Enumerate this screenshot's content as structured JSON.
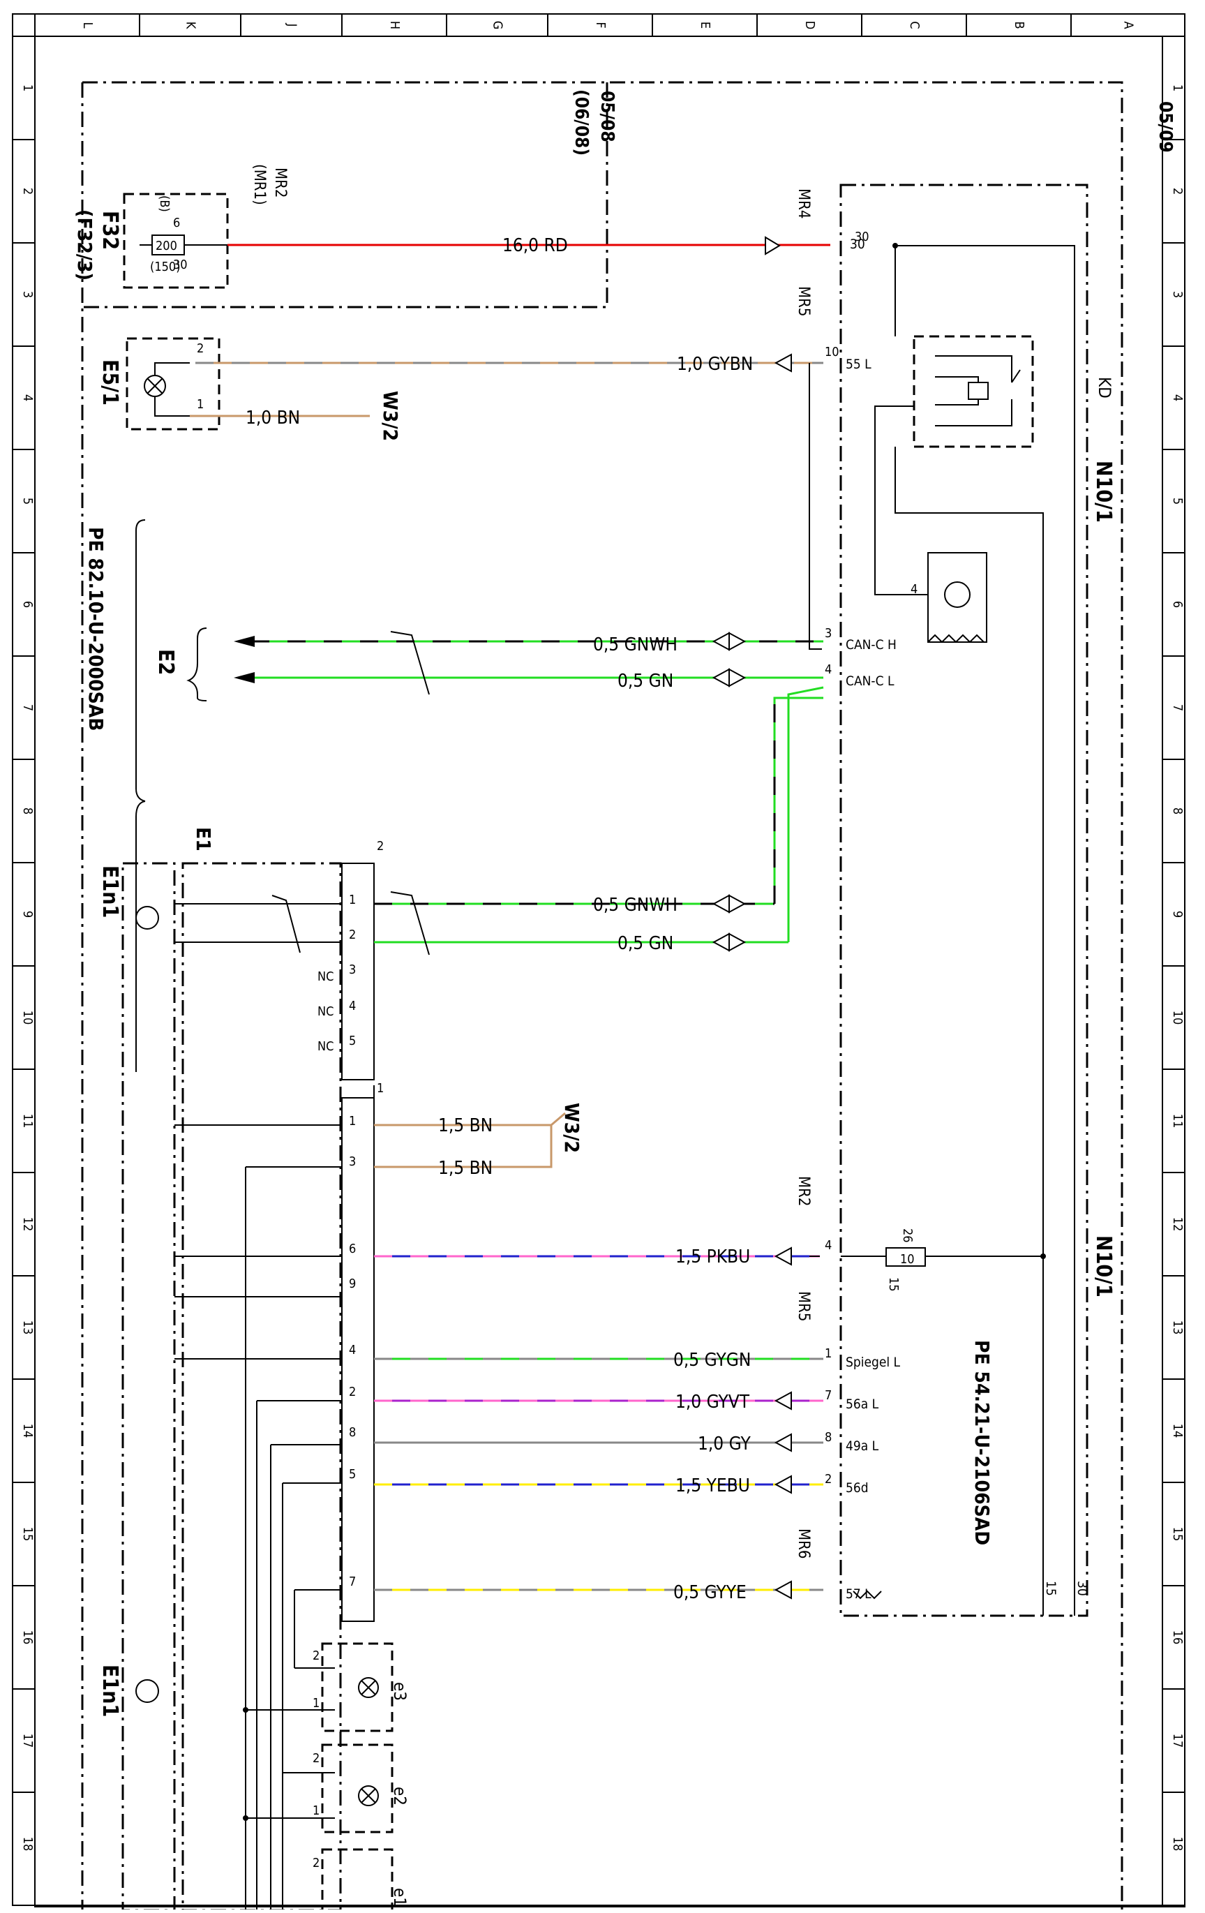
{
  "frame": {
    "col_letters": [
      "L",
      "K",
      "J",
      "H",
      "G",
      "F",
      "E",
      "D",
      "C",
      "B",
      "A"
    ],
    "row_numbers": [
      "1",
      "2",
      "3",
      "4",
      "5",
      "6",
      "7",
      "8",
      "9",
      "10",
      "11",
      "12",
      "13",
      "14",
      "15",
      "16",
      "17",
      "18"
    ]
  },
  "refs": {
    "top_right": "05/09",
    "top_mid_a": "05/08",
    "top_mid_b": "(06/08)",
    "pe_can": "PE 82.10-U-2000SAB",
    "pe_light": "PE 54.21-U-2106SAD"
  },
  "components": {
    "f32": "F32",
    "f32b": "(F32/3)",
    "fuse_val": "200",
    "fuse_val2": "(150)",
    "fuse_b": "(B)",
    "mr2_top": "MR2",
    "mr1_top": "(MR1)",
    "e51": "E5/1",
    "w32a": "W3/2",
    "w32b": "W3/2",
    "e2": "E2",
    "e1": "E1",
    "e1n1a": "E1n1",
    "e1n1b": "E1n1",
    "n101a": "N10/1",
    "n101b": "N10/1",
    "kd": "KD",
    "mr4": "MR4",
    "mr5a": "MR5",
    "mr2b": "MR2",
    "mr5b": "MR5",
    "mr6": "MR6",
    "fuse10": "10",
    "pin26": "26",
    "pin15": "15",
    "e3": "e3",
    "e2s": "e2",
    "e1s": "e1"
  },
  "wires": {
    "w_16rd": "16,0 RD",
    "w_gybn": "1,0 GYBN",
    "w_bn10": "1,0 BN",
    "w_gnwh1": "0,5 GNWH",
    "w_gn1": "0,5 GN",
    "w_gnwh2": "0,5 GNWH",
    "w_gn2": "0,5 GN",
    "w_bn15a": "1,5 BN",
    "w_bn15b": "1,5 BN",
    "w_pkbu": "1,5 PKBU",
    "w_gygn": "0,5 GYGN",
    "w_gyvt": "1,0 GYVT",
    "w_gy": "1,0 GY",
    "w_yebu": "1,5 YEBU",
    "w_gyye": "0,5 GYYE"
  },
  "terminals": {
    "t30": "30",
    "t55l": "55 L",
    "canh": "CAN-C H",
    "canl": "CAN-C L",
    "spiegel": "Spiegel L",
    "t56a": "56a L",
    "t49a": "49a L",
    "t56d": "56d",
    "t57": "57 L",
    "b15": "15",
    "b30": "30"
  },
  "pins": {
    "p10": "10",
    "p3": "3",
    "p4": "4",
    "p1": "1",
    "p7": "7",
    "p8": "8",
    "p2": "2",
    "p4b": "4",
    "p6": "6",
    "p30": "30",
    "c2_1": "1",
    "c2_2": "2",
    "c2_3": "3",
    "c2_4": "4",
    "c2_5": "5",
    "c2_hdr": "2",
    "nc1": "NC",
    "nc2": "NC",
    "nc3": "NC",
    "c1_1": "1",
    "c1_3": "3",
    "c1_6": "6",
    "c1_9": "9",
    "c1_4": "4",
    "c1_2": "2",
    "c1_8": "8",
    "c1_5": "5",
    "c1_7": "7",
    "c1_hdr": "1",
    "e51_2": "2",
    "e51_1": "1",
    "e3_2": "2",
    "e3_1": "1",
    "e2_2": "2",
    "e2_1": "1",
    "e1_2": "2",
    "lamp4": "4"
  },
  "colors": {
    "red": "#e60000",
    "green": "#22dd22",
    "tan": "#c8986a",
    "gray": "#888888",
    "blue": "#2222cc",
    "pink": "#ff66cc",
    "violet": "#aa22cc",
    "yellow": "#ffee00"
  }
}
